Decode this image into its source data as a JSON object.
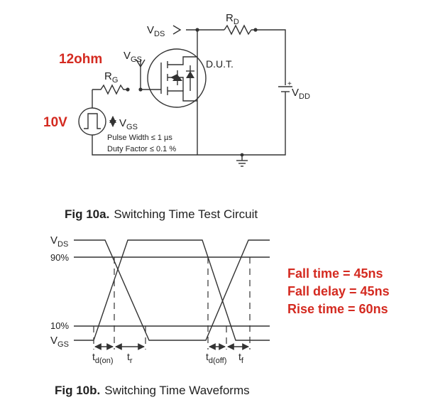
{
  "circuit": {
    "vds_main": "V",
    "vds_sub": "DS",
    "rd_main": "R",
    "rd_sub": "D",
    "vgs_top_main": "V",
    "vgs_top_sub": "GS",
    "rg_main": "R",
    "rg_sub": "G",
    "dut_label": "D.U.T.",
    "vdd_main": "V",
    "vdd_sub": "DD",
    "vdd_plus": "+",
    "vdd_minus": "-",
    "pulse_vgs_main": "V",
    "pulse_vgs_sub": "GS",
    "pulse_width": "Pulse Width ≤ 1 µs",
    "duty_factor": "Duty Factor ≤ 0.1 %"
  },
  "annotations": {
    "resistor_note": "12ohm",
    "voltage_note": "10V",
    "fall_time": "Fall time = 45ns",
    "fall_delay": "Fall delay = 45ns",
    "rise_time": "Rise time = 60ns",
    "color": "#d42a20"
  },
  "captions": {
    "fig_a_num": "Fig 10a.",
    "fig_a_title": "Switching Time Test Circuit",
    "fig_b_num": "Fig 10b.",
    "fig_b_title": "Switching Time Waveforms"
  },
  "waveform": {
    "vds_main": "V",
    "vds_sub": "DS",
    "level_90": "90%",
    "level_10": "10%",
    "vgs_main": "V",
    "vgs_sub": "GS",
    "td_on_main": "t",
    "td_on_sub": "d(on)",
    "tr_main": "t",
    "tr_sub": "r",
    "td_off_main": "t",
    "td_off_sub": "d(off)",
    "tf_main": "t",
    "tf_sub": "f"
  }
}
